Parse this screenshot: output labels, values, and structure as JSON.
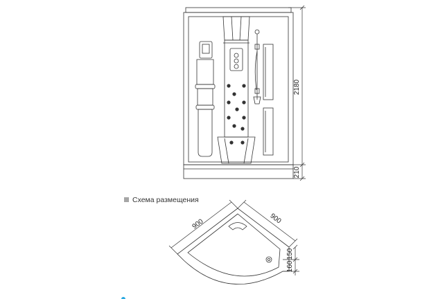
{
  "front_view": {
    "height_total": "2180",
    "height_base": "210"
  },
  "plan_view": {
    "section_label": "Схема размещения",
    "width_left": "900",
    "width_right": "900",
    "offset_a": "150",
    "offset_b": "160"
  },
  "colors": {
    "line": "#333333",
    "legend_square": "#a6a6a6",
    "corner_mark": "#29a8e0"
  }
}
